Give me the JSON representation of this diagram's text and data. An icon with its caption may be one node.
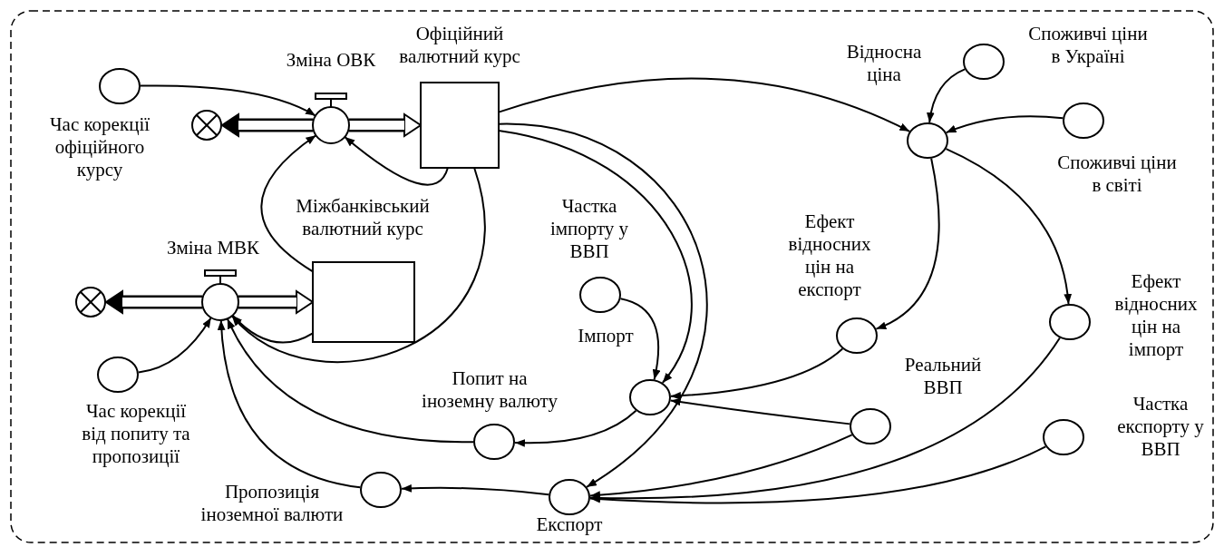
{
  "diagram": {
    "nodes": [
      {
        "text": [],
        "shape": "circle"
      },
      {
        "text": [
          "Час корекції офіційного курсу"
        ]
      },
      {
        "text": [
          "Зміна ОВК"
        ]
      },
      {
        "text": [
          "Офіційний валютний курс"
        ]
      },
      {
        "text": [
          "Міжбанківський валютний курс"
        ]
      },
      {
        "text": [
          "Відносна ціна"
        ]
      },
      {
        "text": [
          "Споживчі ціни в Україні"
        ]
      },
      {
        "text": [
          "Споживчі ціни в світі"
        ]
      },
      {
        "text": [],
        "shape": "circle"
      },
      {
        "text": [
          "Зміна МВК"
        ]
      },
      {
        "text": [
          "Частка імпорту у ВВП"
        ]
      },
      {
        "text": [
          "Ефект відносних цін на експорт"
        ]
      },
      {
        "text": [
          "Ефект відносних цін на імпорт"
        ]
      },
      {
        "text": [
          "Імпорт"
        ]
      },
      {
        "text": [
          "Час корекції від попиту та пропозиції"
        ]
      },
      {
        "text": [
          "Попит на іноземну валюту"
        ]
      },
      {
        "text": [
          "Реальний ВВП"
        ]
      },
      {
        "text": [
          "Частка експорту у ВВП"
        ]
      },
      {
        "text": [
          "Пропозиція іноземної валюти"
        ]
      },
      {
        "text": [
          "Експорт"
        ]
      }
    ],
    "edges": [
      {
        "from": 1,
        "to": 2,
        "arrow": "to"
      },
      {
        "from": 2,
        "to": 3,
        "arrow": "to",
        "style": "thick"
      },
      {
        "from": 2,
        "to": 0,
        "arrow": "to",
        "style": "thick"
      },
      {
        "from": 3,
        "to": 2,
        "arrow": "to"
      },
      {
        "from": 4,
        "to": 2,
        "arrow": "to"
      },
      {
        "from": 9,
        "to": 4,
        "arrow": "to",
        "style": "thick"
      },
      {
        "from": 9,
        "to": 8,
        "arrow": "to",
        "style": "thick"
      },
      {
        "from": 14,
        "to": 9,
        "arrow": "to"
      },
      {
        "from": 18,
        "to": 9,
        "arrow": "to"
      },
      {
        "from": 15,
        "to": 9,
        "arrow": "to"
      },
      {
        "from": 3,
        "to": 9,
        "arrow": "to"
      },
      {
        "from": 4,
        "to": 9,
        "arrow": "to"
      },
      {
        "from": 3,
        "to": 5,
        "arrow": "to"
      },
      {
        "from": 3,
        "to": 13,
        "arrow": "to"
      },
      {
        "from": 3,
        "to": 19,
        "arrow": "to"
      },
      {
        "from": 6,
        "to": 5,
        "arrow": "to"
      },
      {
        "from": 7,
        "to": 5,
        "arrow": "to"
      },
      {
        "from": 5,
        "to": 11,
        "arrow": "to"
      },
      {
        "from": 5,
        "to": 12,
        "arrow": "to"
      },
      {
        "from": 10,
        "to": 13,
        "arrow": "to"
      },
      {
        "from": 11,
        "to": 13,
        "arrow": "to"
      },
      {
        "from": 16,
        "to": 13,
        "arrow": "to"
      },
      {
        "from": 16,
        "to": 19,
        "arrow": "to"
      },
      {
        "from": 12,
        "to": 19,
        "arrow": "to"
      },
      {
        "from": 17,
        "to": 19,
        "arrow": "to"
      },
      {
        "from": 13,
        "to": 15,
        "arrow": "to"
      },
      {
        "from": 19,
        "to": 18,
        "arrow": "to"
      }
    ]
  }
}
